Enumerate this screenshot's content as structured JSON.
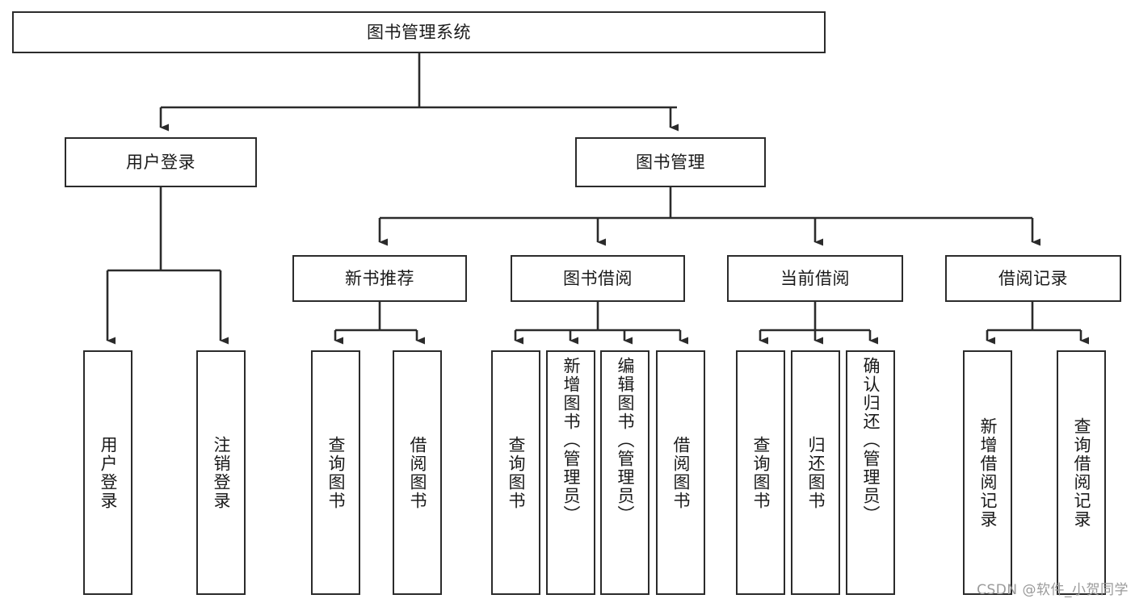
{
  "diagram": {
    "title": "图书管理系统",
    "type": "tree-hierarchy-diagram",
    "watermark": "CSDN @软件_小贺同学",
    "colors": {
      "box_border": "#2b2b2b",
      "box_fill": "#ffffff",
      "connector": "#2b2b2b",
      "text": "#1a1a1a",
      "watermark": "#9a9a9a"
    },
    "root": {
      "label": "图书管理系统"
    },
    "level2": [
      {
        "label": "用户登录"
      },
      {
        "label": "图书管理"
      }
    ],
    "level3": [
      {
        "label": "新书推荐"
      },
      {
        "label": "图书借阅"
      },
      {
        "label": "当前借阅"
      },
      {
        "label": "借阅记录"
      }
    ],
    "leaves": {
      "user_login": [
        {
          "label": "用户登录"
        },
        {
          "label": "注销登录"
        }
      ],
      "new_book_recommend": [
        {
          "label": "查询图书"
        },
        {
          "label": "借阅图书"
        }
      ],
      "book_borrow": [
        {
          "label": "查询图书"
        },
        {
          "label": "新增图书（管理员）"
        },
        {
          "label": "编辑图书（管理员）"
        },
        {
          "label": "借阅图书"
        }
      ],
      "current_borrow": [
        {
          "label": "查询图书"
        },
        {
          "label": "归还图书"
        },
        {
          "label": "确认归还（管理员）"
        }
      ],
      "borrow_record": [
        {
          "label": "新增借阅记录"
        },
        {
          "label": "查询借阅记录"
        }
      ]
    }
  }
}
